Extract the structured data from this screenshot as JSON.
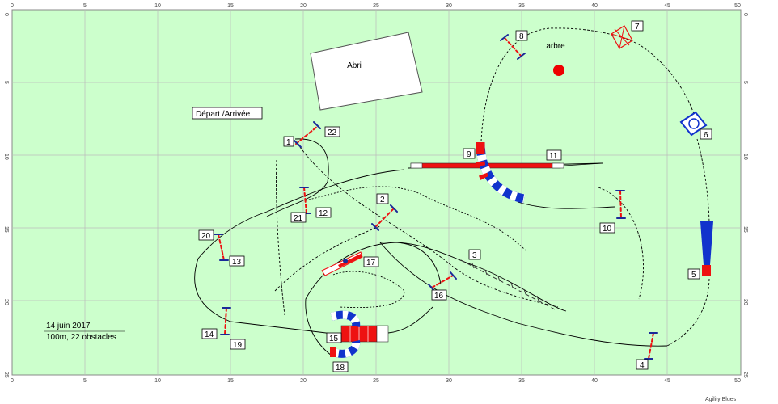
{
  "axis": {
    "top_ticks": [
      "0",
      "5",
      "10",
      "15",
      "20",
      "25",
      "30",
      "35",
      "40",
      "45",
      "50"
    ],
    "side_ticks": [
      "0",
      "5",
      "10",
      "15",
      "20",
      "25"
    ]
  },
  "labels": {
    "shelter": "Abri",
    "tree": "arbre",
    "start_finish": "Départ /Arrivée",
    "date": "14 juin 2017",
    "course_info": "100m, 22 obstacles",
    "brand": "Agility Blues"
  },
  "obstacle_numbers": [
    "1",
    "2",
    "3",
    "4",
    "5",
    "6",
    "7",
    "8",
    "9",
    "10",
    "11",
    "12",
    "13",
    "14",
    "15",
    "16",
    "17",
    "18",
    "19",
    "20",
    "21",
    "22"
  ],
  "colors": {
    "field": "#ccffcc",
    "grid": "#bbbbbb",
    "tunnel_red": "#ee1111",
    "tunnel_blue": "#1133cc",
    "pole": "#1a2a99",
    "tree": "#ee0000"
  }
}
